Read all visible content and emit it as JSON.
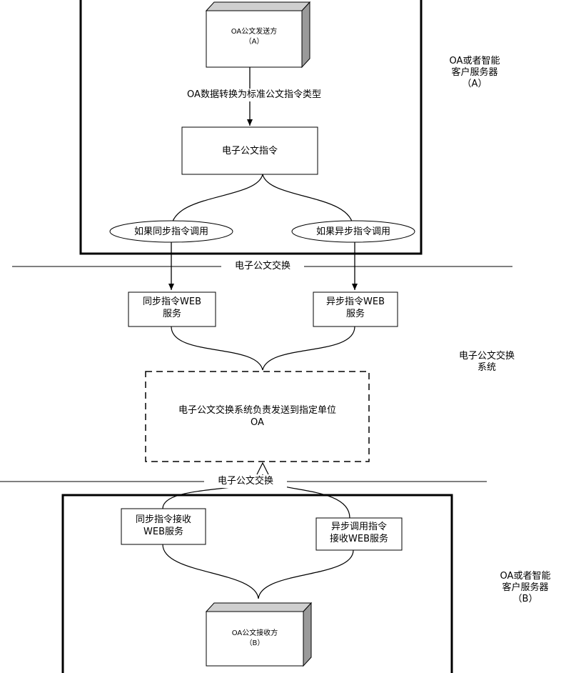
{
  "sender": {
    "box_line1": "OA公文发送方",
    "box_line2": "（A）",
    "side_line1": "OA或者智能",
    "side_line2": "客户服务器",
    "side_line3": "（A）"
  },
  "convert_label": "OA数据转换为标准公文指令类型",
  "instruction_box": "电子公文指令",
  "sync_call": "如果同步指令调用",
  "async_call": "如果异步指令调用",
  "exchange_label_top": "电子公文交换",
  "sync_web": {
    "line1": "同步指令WEB",
    "line2": "服务"
  },
  "async_web": {
    "line1": "异步指令WEB",
    "line2": "服务"
  },
  "system_side": {
    "line1": "电子公文交换",
    "line2": "系统"
  },
  "system_box": {
    "line1": "电子公文交换系统负责发送到指定单位",
    "line2": "OA"
  },
  "exchange_label_bottom": "电子公文交换",
  "sync_recv": {
    "line1": "同步指令接收",
    "line2": "WEB服务"
  },
  "async_recv": {
    "line1": "异步调用指令",
    "line2": "接收WEB服务"
  },
  "receiver": {
    "box_line1": "OA公文接收方",
    "box_line2": "（B）",
    "side_line1": "OA或者智能",
    "side_line2": "客户服务器",
    "side_line3": "（B）"
  }
}
